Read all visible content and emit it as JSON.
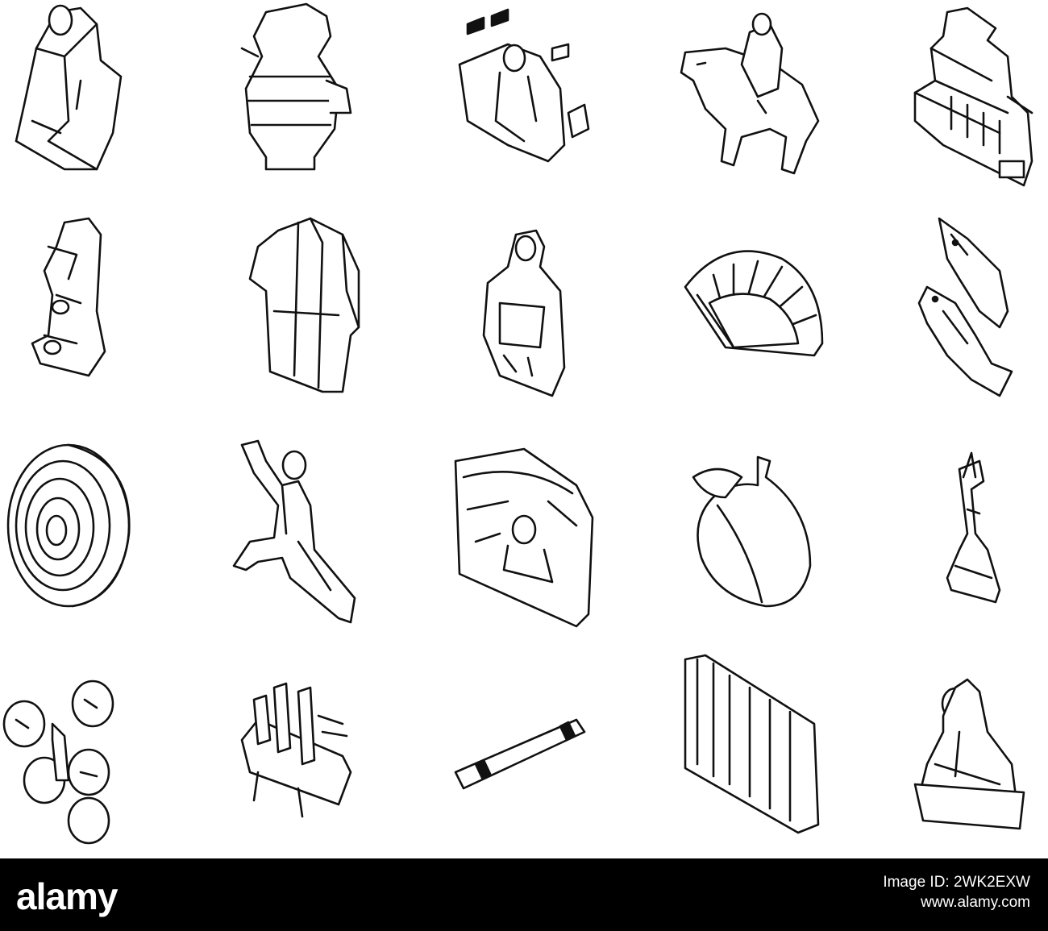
{
  "watermark": {
    "brand": "alamy",
    "image_id": "Image ID: 2WK2EXW",
    "url": "www.alamy.com"
  },
  "colors": {
    "line": "#111111",
    "background": "#ffffff",
    "watermark_bar": "#000000"
  },
  "icons": [
    {
      "name": "sitting-monk-statue-icon"
    },
    {
      "name": "ceramic-vase-icon"
    },
    {
      "name": "temple-fresco-figure-icon"
    },
    {
      "name": "rider-on-horse-statue-icon"
    },
    {
      "name": "pagoda-palace-icon"
    },
    {
      "name": "dragon-pillar-icon"
    },
    {
      "name": "kimono-robe-icon"
    },
    {
      "name": "terracotta-warrior-icon"
    },
    {
      "name": "folding-fan-icon"
    },
    {
      "name": "koi-fish-pair-icon"
    },
    {
      "name": "spiral-meditation-disc-icon"
    },
    {
      "name": "kung-fu-fighter-icon"
    },
    {
      "name": "cave-buddha-relief-icon"
    },
    {
      "name": "peach-fruit-icon"
    },
    {
      "name": "bell-tower-monument-icon"
    },
    {
      "name": "five-elements-icon"
    },
    {
      "name": "incense-burner-icon"
    },
    {
      "name": "flute-icon"
    },
    {
      "name": "bamboo-scroll-icon"
    },
    {
      "name": "meditating-buddha-icon"
    }
  ]
}
